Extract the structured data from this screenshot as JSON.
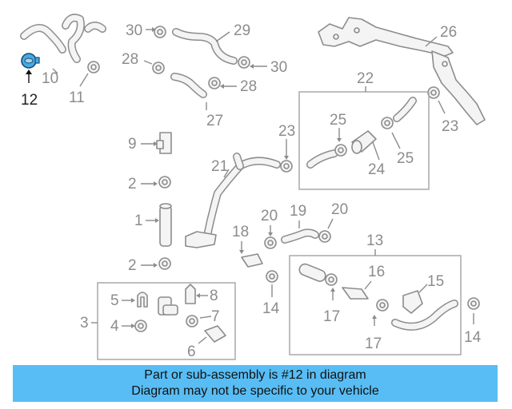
{
  "diagram": {
    "highlight_color": "#4aa8e0",
    "highlighted_part": "12",
    "labels": {
      "l1": "1",
      "l2a": "2",
      "l2b": "2",
      "l3": "3",
      "l4": "4",
      "l5": "5",
      "l6": "6",
      "l7": "7",
      "l8": "8",
      "l9": "9",
      "l10": "10",
      "l11": "11",
      "l12": "12",
      "l13": "13",
      "l14a": "14",
      "l14b": "14",
      "l15": "15",
      "l16": "16",
      "l17a": "17",
      "l17b": "17",
      "l18": "18",
      "l19": "19",
      "l20a": "20",
      "l20b": "20",
      "l21": "21",
      "l22": "22",
      "l23a": "23",
      "l23b": "23",
      "l24": "24",
      "l25a": "25",
      "l25b": "25",
      "l26": "26",
      "l27": "27",
      "l28a": "28",
      "l28b": "28",
      "l29": "29",
      "l30a": "30",
      "l30b": "30"
    }
  },
  "banner": {
    "line1": "Part or sub-assembly is #12 in diagram",
    "line2": "Diagram may not be specific to your vehicle",
    "color": "#58bdf4"
  }
}
